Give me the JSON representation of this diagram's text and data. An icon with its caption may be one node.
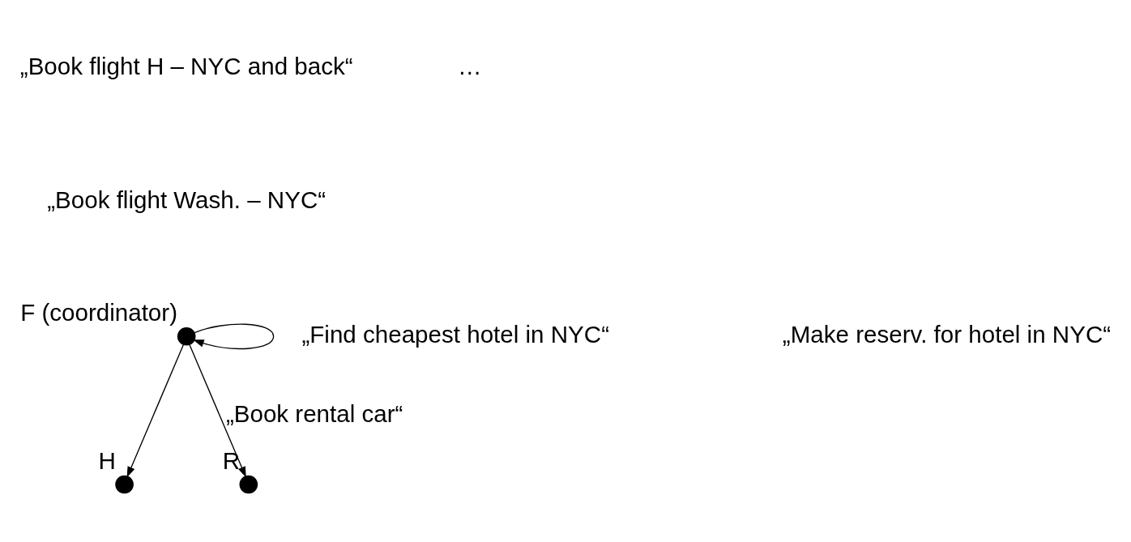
{
  "diagram": {
    "nodes": [
      {
        "text": [],
        "shape": "circle",
        "beside": [
          "F (coordinator)"
        ]
      },
      {
        "text": [],
        "shape": "circle",
        "beside": [
          "H"
        ]
      },
      {
        "text": [],
        "shape": "circle",
        "beside": [
          "R"
        ]
      }
    ],
    "edges": [
      {
        "from": 0,
        "to": 0,
        "arrow": "to"
      },
      {
        "from": 0,
        "to": 1,
        "arrow": "to"
      },
      {
        "from": 0,
        "to": 2,
        "arrow": "to",
        "label": "„Book rental car“"
      }
    ],
    "labels": [
      "„Book flight H – NYC and back“",
      "„Book flight Wash. – NYC“",
      "„Find cheapest hotel in NYC“",
      "„Make reserv. for hotel in NYC“",
      "…"
    ]
  }
}
